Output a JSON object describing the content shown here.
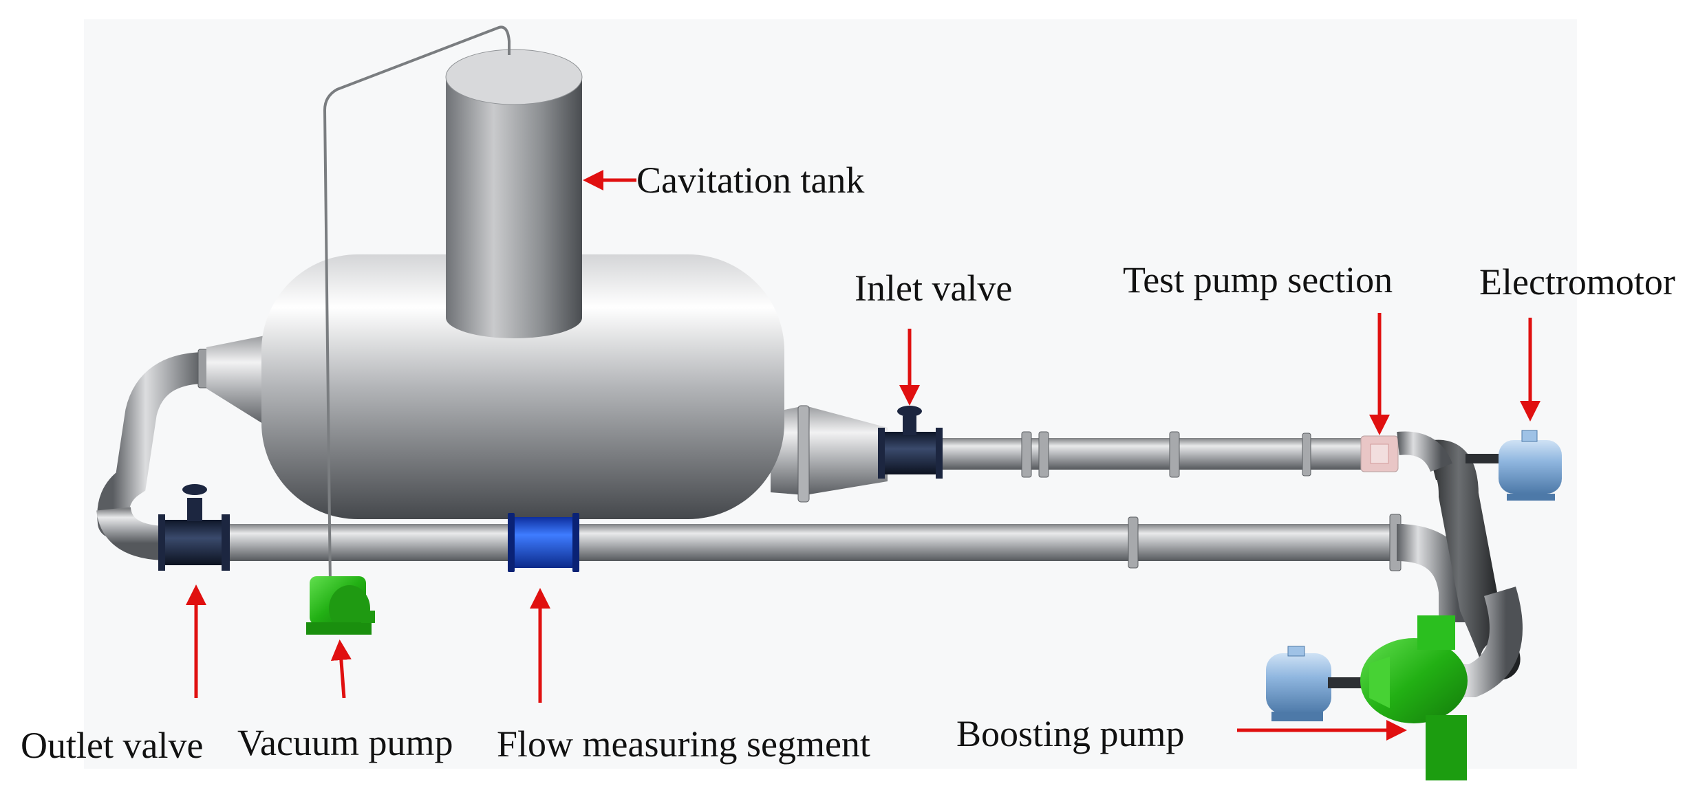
{
  "colors": {
    "pipe": "#a9abad",
    "valve_body": "#1d2a44",
    "flow_segment": "#1a4fd6",
    "pump_green": "#2bbf1f",
    "motor_blue": "#9fc2e6",
    "arrow": "#e01010",
    "background_panel": "#f7f8f9"
  },
  "icons": {
    "cavitation_tank": "cylindrical-tank-icon",
    "valve": "gate-valve-icon",
    "pump": "centrifugal-pump-icon",
    "motor": "electric-motor-icon"
  },
  "labels": {
    "cavitation_tank": "Cavitation tank",
    "inlet_valve": "Inlet valve",
    "test_pump_section": "Test pump section",
    "electromotor": "Electromotor",
    "outlet_valve": "Outlet valve",
    "vacuum_pump": "Vacuum pump",
    "flow_measuring_segment": "Flow measuring segment",
    "boosting_pump": "Boosting pump"
  }
}
